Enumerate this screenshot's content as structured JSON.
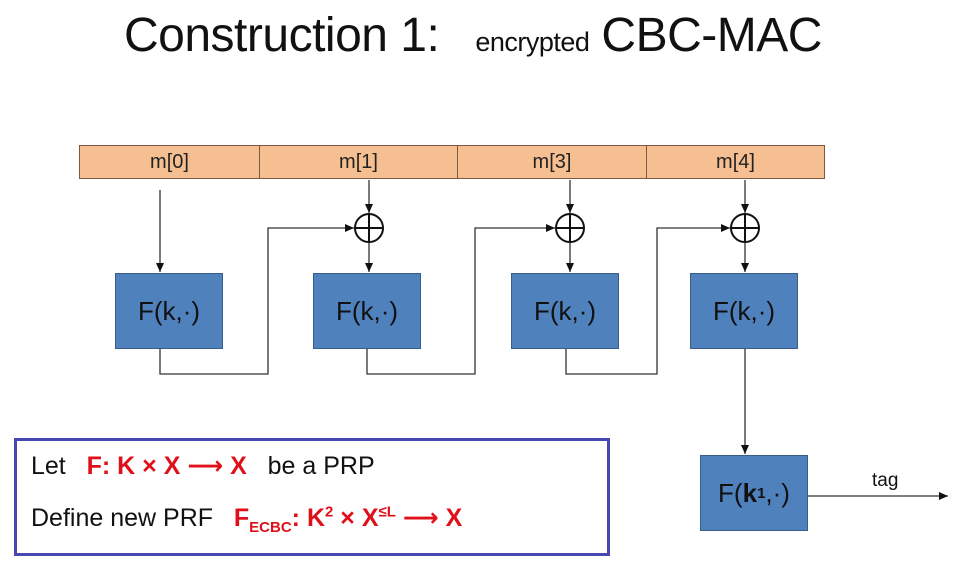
{
  "title": {
    "main": "Construction 1:",
    "qualifier": "encrypted",
    "scheme": "CBC-MAC"
  },
  "message_blocks": [
    "m[0]",
    "m[1]",
    "m[3]",
    "m[4]"
  ],
  "prf_blocks": [
    "F(k,·)",
    "F(k,·)",
    "F(k,·)",
    "F(k,·)"
  ],
  "final_block": {
    "prefix": "F(",
    "key": "k",
    "key_sub": "1",
    "suffix": ",·)"
  },
  "xor_symbol": "⊕",
  "output_label": "tag",
  "definition": {
    "line1": {
      "lead": "Let",
      "formula": "F: K × X ⟶ X",
      "tail": "be a PRP"
    },
    "line2": {
      "lead": "Define new PRF",
      "f": "F",
      "f_sub": "ECBC",
      "colon": ": K",
      "k_sup": "2",
      "mid": " × X",
      "x_sup": "≤L",
      "arrow": " ⟶ X"
    }
  },
  "colors": {
    "message_fill": "#f6bf91",
    "prf_fill": "#4f81bd",
    "formula_red": "#e0101a",
    "definition_border": "#4848b0"
  }
}
